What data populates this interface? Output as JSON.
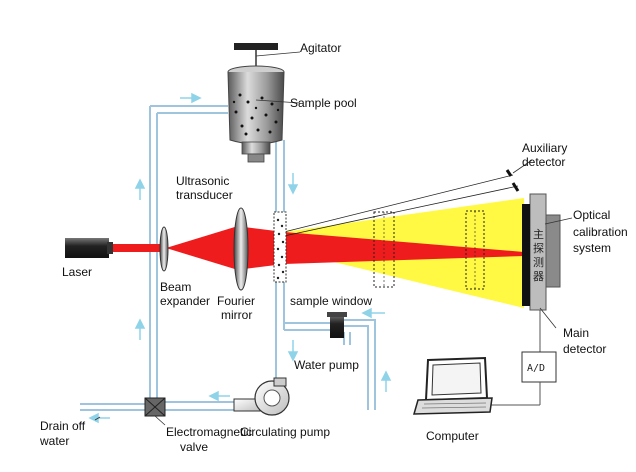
{
  "labels": {
    "agitator": "Agitator",
    "sample_pool": "Sample pool",
    "ultrasonic_1": "Ultrasonic",
    "ultrasonic_2": "transducer",
    "auxiliary_1": "Auxiliary",
    "auxiliary_2": "detector",
    "optical_1": "Optical",
    "optical_2": "calibration",
    "optical_3": "system",
    "laser": "Laser",
    "beam_1": "Beam",
    "beam_2": "expander",
    "fourier_1": "Fourier",
    "fourier_2": "mirror",
    "sample_window": "sample window",
    "main_det_1": "Main",
    "main_det_2": "detector",
    "water_pump": "Water pump",
    "ad": "A/D",
    "drain_1": "Drain off",
    "drain_2": "water",
    "valve_1": "Electromagnetic",
    "valve_2": "valve",
    "circ_pump": "Circulating pump",
    "computer": "Computer",
    "detector_chars": [
      "主",
      "探",
      "测",
      "器"
    ]
  },
  "colors": {
    "pipe": "#9fc4de",
    "flow_arrow": "#8fd3e8",
    "laser_beam": "#ee1c1c",
    "scatter_light": "#fff830",
    "device_dark": "#2b2b2b"
  }
}
